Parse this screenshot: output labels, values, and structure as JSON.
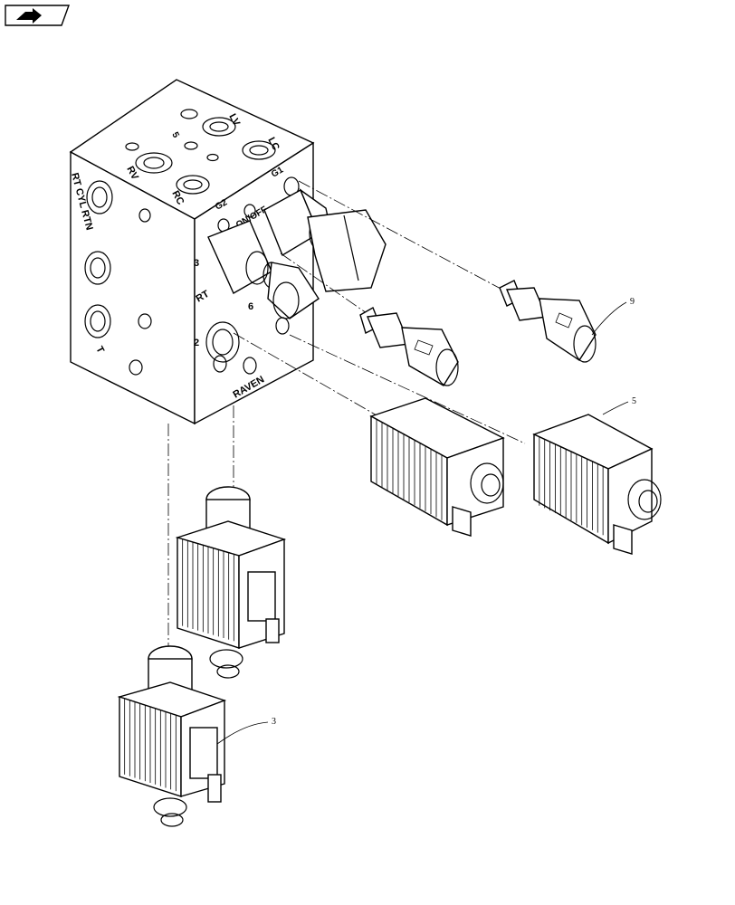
{
  "nav": {
    "icon": "arrow-icon"
  },
  "block": {
    "faces": {
      "top_labels": [
        "LV",
        "LC",
        "RC",
        "RV",
        "5"
      ],
      "left_label": "RT CYL RTN",
      "left_bottom": "T",
      "front_labels": [
        "G2",
        "ON/OFF",
        "3",
        "RT",
        "6",
        "2",
        "RAVEN"
      ],
      "right_label_g1": "G1",
      "right_label_3": "3"
    }
  },
  "callouts": {
    "c9": "9",
    "c5": "5",
    "c3": "3"
  },
  "colors": {
    "line": "#000000",
    "bg": "#ffffff"
  }
}
